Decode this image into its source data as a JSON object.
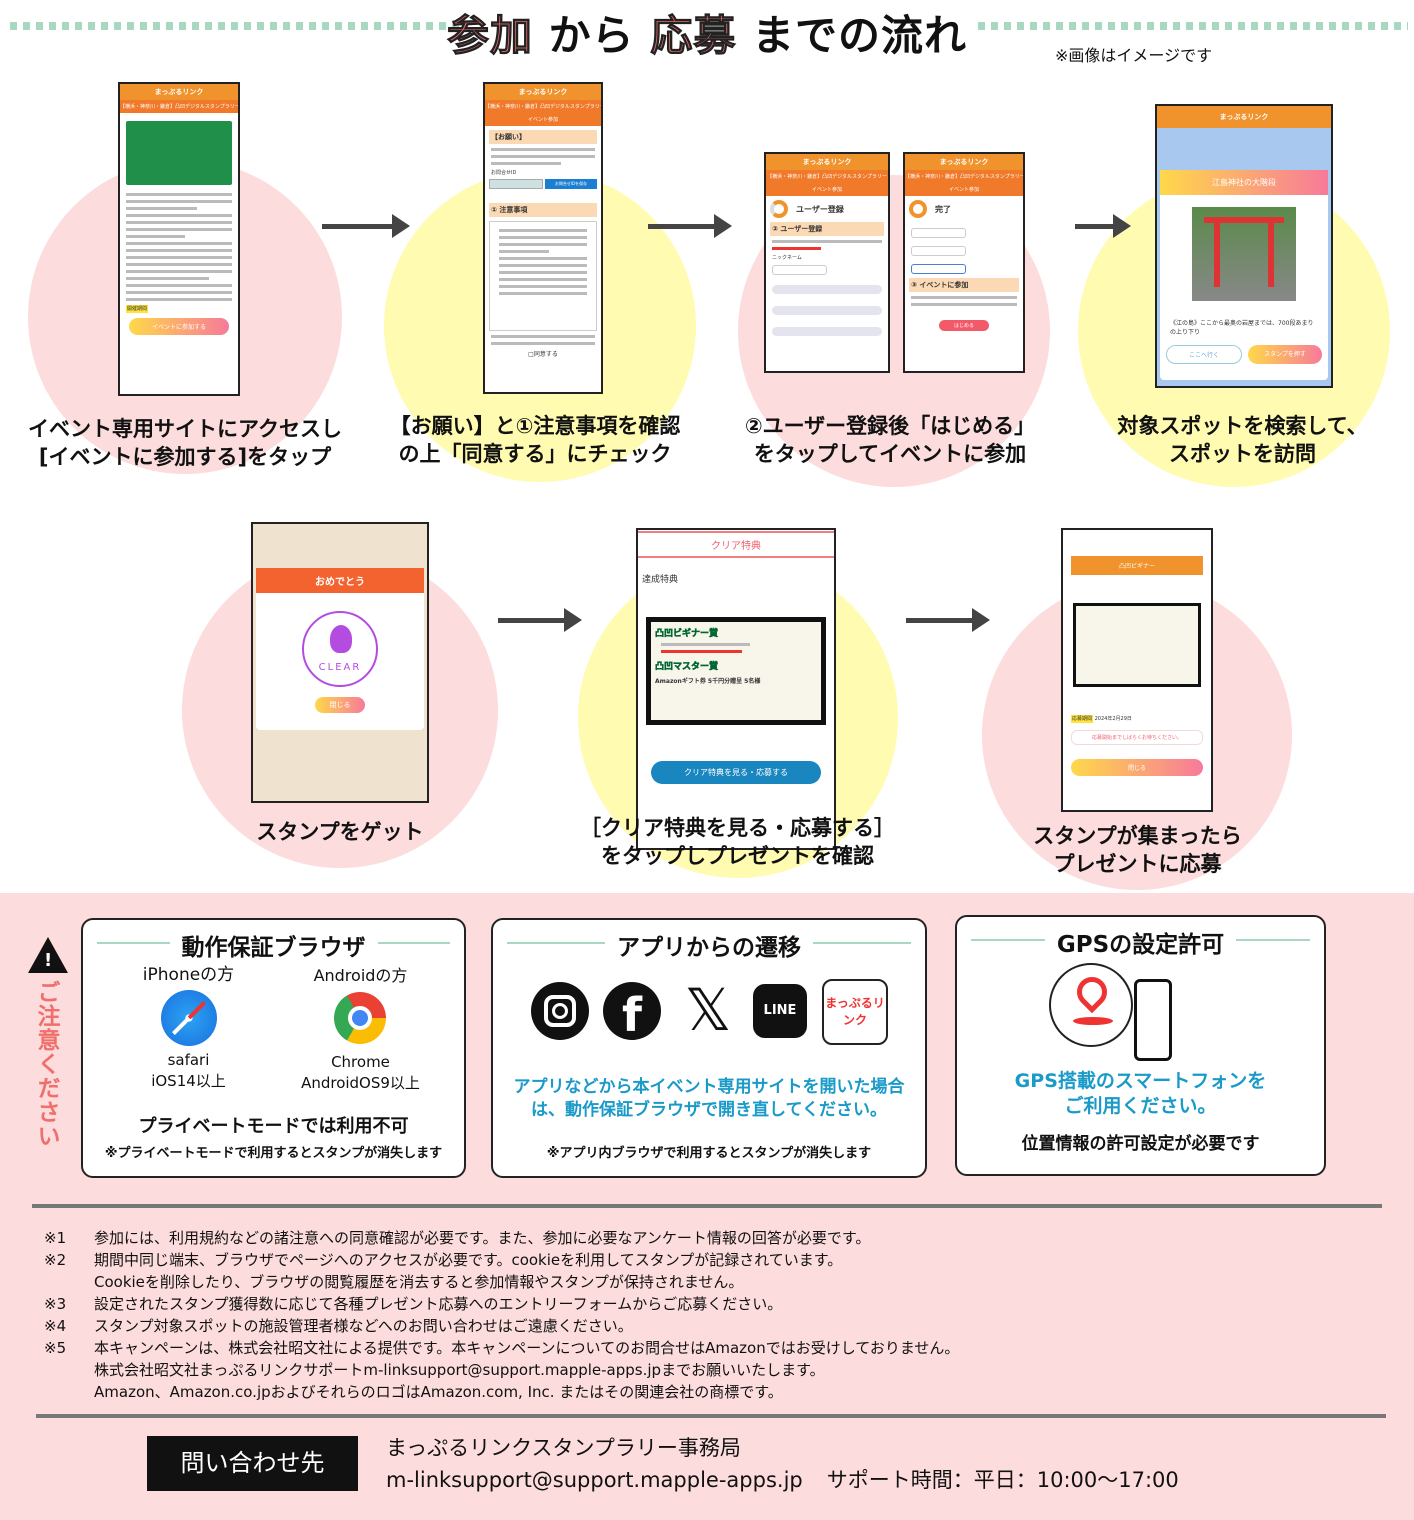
{
  "header": {
    "title_part1": "参加",
    "title_part2": " から ",
    "title_part3": "応募",
    "title_part4": " までの流れ",
    "image_note": "※画像はイメージです"
  },
  "app": {
    "name": "まっぷるリンク",
    "event_title": "【横浜・神奈川・鎌倉】凸凹デジタルスタンプラリー",
    "event_join": "イベント参加"
  },
  "steps": [
    {
      "caption1": "イベント専用サイトにアクセスし",
      "caption2": "[イベントに参加する]をタップ",
      "button": "イベントに参加する",
      "period_badge": "開催期間"
    },
    {
      "caption1": "【お願い】と①注意事項を確認",
      "caption2": "の上「同意する」にチェック",
      "section1": "【お願い】",
      "section2": "① 注意事項",
      "inquiry_label": "お問合せID",
      "save_button": "お問合せIDを保存",
      "agree": "□同意する"
    },
    {
      "caption1": "②ユーザー登録後「はじめる」",
      "caption2": "をタップしてイベントに参加",
      "register_title": "ユーザー登録",
      "register_section": "② ユーザー登録",
      "nickname": "ニックネーム",
      "done_title": "完了",
      "join_section": "③ イベントに参加",
      "start_button": "はじめる"
    },
    {
      "caption1": "対象スポットを検索して、",
      "caption2": "スポットを訪問",
      "spot_name": "江島神社の大階段",
      "spot_desc": "《江の島》ここから最奥の岩屋までは、700段あまりの上り下り",
      "go_button": "ここへ行く",
      "stamp_button": "スタンプを押す"
    },
    {
      "caption1": "スタンプをゲット",
      "congrats": "おめでとう",
      "clear": "CLEAR",
      "close_button": "閉じる"
    },
    {
      "caption1": "［クリア特典を見る・応募する］",
      "caption2": "をタップしプレゼントを確認",
      "header": "クリア特典",
      "achievement": "達成特典",
      "prize1": "凸凹ビギナー賞",
      "prize2": "凸凹マスター賞",
      "prize_text": "Amazonギフト券 5千円分贈呈 5名様",
      "button": "クリア特典を見る・応募する"
    },
    {
      "caption1": "スタンプが集まったら",
      "caption2": "プレゼントに応募",
      "beginner": "凸凹ビギナー",
      "period_badge": "応募期間",
      "date": "2024年2月29日",
      "wait_msg": "応募開始までしばらくお待ちください。",
      "close_button": "閉じる"
    }
  ],
  "caution": {
    "label": "ご注意ください"
  },
  "browser_box": {
    "title": "動作保証ブラウザ",
    "iphone_label": "iPhoneの方",
    "android_label": "Androidの方",
    "safari_name": "safari",
    "safari_req": "iOS14以上",
    "chrome_name": "Chrome",
    "chrome_req": "AndroidOS9以上",
    "private_title": "プライベートモードでは利用不可",
    "private_note": "※プライベートモードで利用するとスタンプが消失します"
  },
  "app_box": {
    "title": "アプリからの遷移",
    "icons": [
      "instagram-icon",
      "facebook-icon",
      "x-icon",
      "line-icon",
      "mapple-link-icon"
    ],
    "line_label": "LINE",
    "mapple_label": "まっぷるリンク",
    "message1": "アプリなどから本イベント専用サイトを開いた場合",
    "message2": "は、動作保証ブラウザで開き直してください。",
    "note": "※アプリ内ブラウザで利用するとスタンプが消失します"
  },
  "gps_box": {
    "title": "GPSの設定許可",
    "message1": "GPS搭載のスマートフォンを",
    "message2": "ご利用ください。",
    "note": "位置情報の許可設定が必要です"
  },
  "notes": [
    {
      "mark": "※1",
      "text": "参加には、利用規約などの諸注意への同意確認が必要です。また、参加に必要なアンケート情報の回答が必要です。"
    },
    {
      "mark": "※2",
      "text": "期間中同じ端末、ブラウザでページへのアクセスが必要です。cookieを利用してスタンプが記録されています。"
    },
    {
      "mark": "",
      "text": "Cookieを削除したり、ブラウザの閲覧履歴を消去すると参加情報やスタンプが保持されません。"
    },
    {
      "mark": "※3",
      "text": "設定されたスタンプ獲得数に応じて各種プレゼント応募へのエントリーフォームからご応募ください。"
    },
    {
      "mark": "※4",
      "text": "スタンプ対象スポットの施設管理者様などへのお問い合わせはご遠慮ください。"
    },
    {
      "mark": "※5",
      "text": "本キャンペーンは、株式会社昭文社による提供です。本キャンペーンについてのお問合せはAmazonではお受けしておりません。"
    },
    {
      "mark": "",
      "text": "株式会社昭文社まっぷるリンクサポートm-linksupport@support.mapple-apps.jpまでお願いいたします。"
    },
    {
      "mark": "",
      "text": "Amazon、Amazon.co.jpおよびそれらのロゴはAmazon.com, Inc. またはその関連会社の商標です。"
    }
  ],
  "contact": {
    "label": "問い合わせ先",
    "office": "まっぷるリンクスタンプラリー事務局",
    "email": "m-linksupport@support.mapple-apps.jp",
    "hours": "サポート時間：平日：10:00〜17:00"
  },
  "colors": {
    "pink": "#fcdcdc",
    "yellow": "#fffbb0",
    "orange": "#f0932d",
    "accent_red": "#ef6f6c",
    "link_blue": "#1a9ac8"
  }
}
